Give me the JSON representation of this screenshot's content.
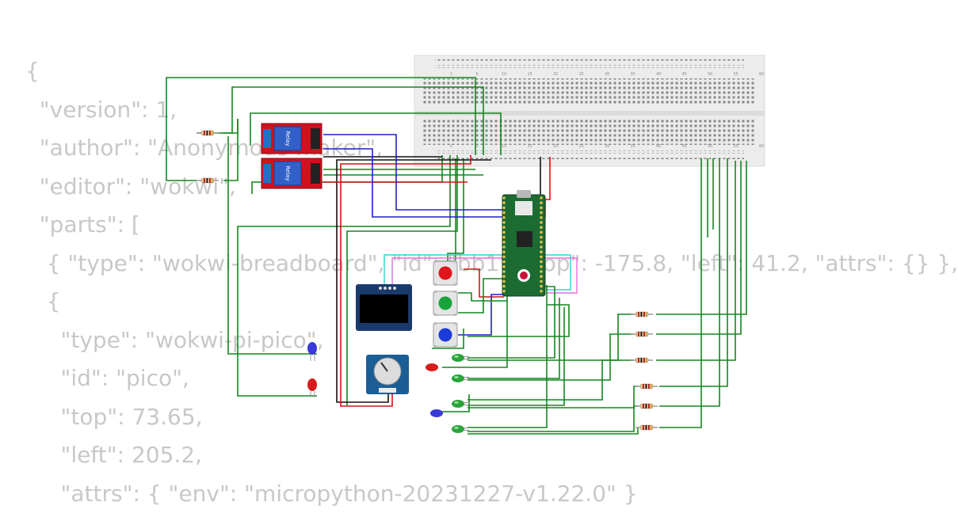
{
  "project_json": [
    "{",
    "  \"version\": 1,",
    "  \"author\": \"Anonymous maker\",",
    "  \"editor\": \"wokwi\",",
    "  \"parts\": [",
    "   { \"type\": \"wokwi-breadboard\", \"id\": \"bb1\", \"top\": -175.8, \"left\": 41.2, \"attrs\": {} },",
    "   {",
    "     \"type\": \"wokwi-pi-pico\",",
    "     \"id\": \"pico\",",
    "     \"top\": 73.65,",
    "     \"left\": 205.2,",
    "     \"attrs\": { \"env\": \"micropython-20231227-v1.22.0\" }"
  ],
  "relay_label": "Relay",
  "breadboard_numbers": [
    "1",
    "5",
    "10",
    "15",
    "20",
    "25",
    "30",
    "35",
    "40",
    "45",
    "50",
    "55",
    "60"
  ],
  "colors": {
    "wire_green": "#15861f",
    "wire_blue": "#1f1fd0",
    "wire_red": "#d21414",
    "wire_black": "#111111",
    "pcb_green": "#1c6b33",
    "relay_red": "#d0121e",
    "oled_blue": "#1a3a6b"
  },
  "components": {
    "breadboard": "breadboard",
    "pico": "pi-pico",
    "relays": [
      "relay-1",
      "relay-2"
    ],
    "oled": "oled-display",
    "pot": "potentiometer",
    "buttons": [
      "red",
      "green",
      "blue"
    ],
    "leds": [
      "blue",
      "red",
      "green",
      "red",
      "green",
      "green",
      "blue",
      "green"
    ]
  }
}
